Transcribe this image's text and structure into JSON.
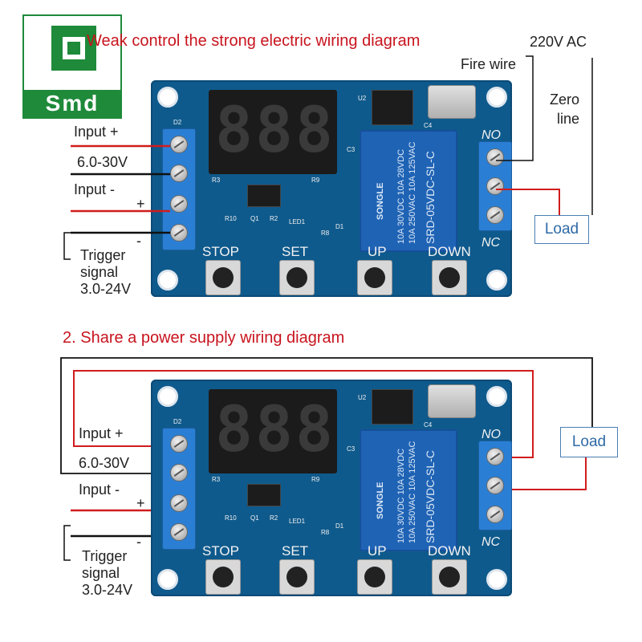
{
  "logo": {
    "text": "Smd"
  },
  "diagram1": {
    "title": "Weak control the strong electric wiring diagram",
    "supply": "220V AC",
    "fire_wire": "Fire wire",
    "zero_line": "Zero\nline",
    "load": "Load",
    "input_plus": "Input +",
    "voltage": "6.0-30V",
    "input_minus": "Input -",
    "plus": "+",
    "minus": "-",
    "trigger": "Trigger\nsignal\n3.0-24V"
  },
  "diagram2": {
    "title": "2. Share a power supply wiring diagram",
    "load": "Load",
    "input_plus": "Input +",
    "voltage": "6.0-30V",
    "input_minus": "Input -",
    "plus": "+",
    "minus": "-",
    "trigger": "Trigger\nsignal\n3.0-24V"
  },
  "board": {
    "buttons": [
      "STOP",
      "SET",
      "UP",
      "DOWN"
    ],
    "no": "NO",
    "nc": "NC",
    "relay_brand": "SONGLE",
    "relay_model": "SRD-05VDC-SL-C",
    "relay_rating1": "10A 250VAC  10A 125VAC",
    "relay_rating2": "10A 30VDC   10A 28VDC",
    "silk": [
      "D2",
      "U2",
      "C4",
      "C3",
      "R3",
      "R9",
      "R10",
      "Q1",
      "R2",
      "LED1",
      "R8",
      "D1"
    ]
  },
  "colors": {
    "red_wire": "#d01c1c",
    "black_wire": "#111111",
    "board": "#0f5a8c",
    "relay": "#1f63b5",
    "terminal": "#2a7fd4",
    "load_border": "#4a7fb5"
  }
}
